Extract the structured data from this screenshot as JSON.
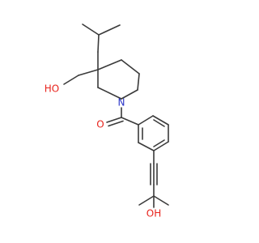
{
  "molecule": {
    "colors": {
      "bond": "#3a3a3a",
      "oxygen": "#e8231c",
      "nitrogen": "#2b35c8",
      "background": "#ffffff"
    },
    "labels": {
      "hydroxymethyl_oh": "HO",
      "ring_nitrogen": "N",
      "carbonyl_oxygen": "O",
      "tertiary_alcohol_oh": "OH"
    }
  }
}
